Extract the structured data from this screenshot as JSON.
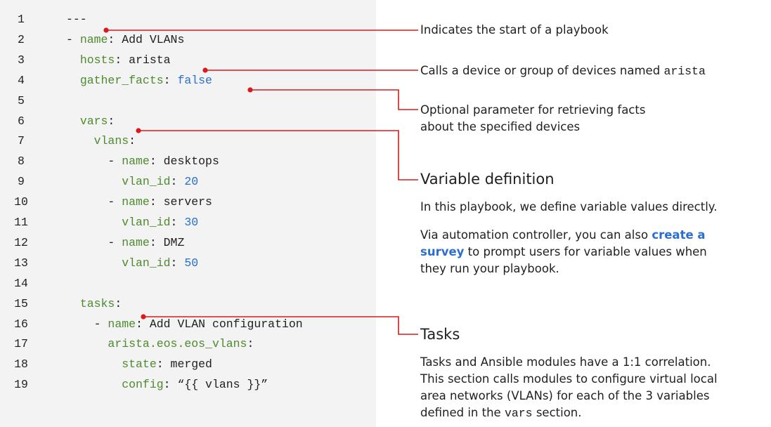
{
  "code_lines": [
    {
      "n": "1",
      "indent": "",
      "key": "",
      "sep": "",
      "val": "---",
      "val_kind": "plain"
    },
    {
      "n": "2",
      "indent": "- ",
      "key": "name",
      "sep": ": ",
      "val": "Add VLANs",
      "val_kind": "plain"
    },
    {
      "n": "3",
      "indent": "  ",
      "key": "hosts",
      "sep": ": ",
      "val": "arista",
      "val_kind": "plain"
    },
    {
      "n": "4",
      "indent": "  ",
      "key": "gather_facts",
      "sep": ": ",
      "val": "false",
      "val_kind": "bool"
    },
    {
      "n": "5",
      "indent": "",
      "key": "",
      "sep": "",
      "val": "",
      "val_kind": "plain"
    },
    {
      "n": "6",
      "indent": "  ",
      "key": "vars",
      "sep": ":",
      "val": "",
      "val_kind": "plain"
    },
    {
      "n": "7",
      "indent": "    ",
      "key": "vlans",
      "sep": ":",
      "val": "",
      "val_kind": "plain"
    },
    {
      "n": "8",
      "indent": "      - ",
      "key": "name",
      "sep": ": ",
      "val": "desktops",
      "val_kind": "plain"
    },
    {
      "n": "9",
      "indent": "        ",
      "key": "vlan_id",
      "sep": ": ",
      "val": "20",
      "val_kind": "num"
    },
    {
      "n": "10",
      "indent": "      - ",
      "key": "name",
      "sep": ": ",
      "val": "servers",
      "val_kind": "plain"
    },
    {
      "n": "11",
      "indent": "        ",
      "key": "vlan_id",
      "sep": ": ",
      "val": "30",
      "val_kind": "num"
    },
    {
      "n": "12",
      "indent": "      - ",
      "key": "name",
      "sep": ": ",
      "val": "DMZ",
      "val_kind": "plain"
    },
    {
      "n": "13",
      "indent": "        ",
      "key": "vlan_id",
      "sep": ": ",
      "val": "50",
      "val_kind": "num"
    },
    {
      "n": "14",
      "indent": "",
      "key": "",
      "sep": "",
      "val": "",
      "val_kind": "plain"
    },
    {
      "n": "15",
      "indent": "  ",
      "key": "tasks",
      "sep": ":",
      "val": "",
      "val_kind": "plain"
    },
    {
      "n": "16",
      "indent": "    - ",
      "key": "name",
      "sep": ": ",
      "val": "Add VLAN configuration",
      "val_kind": "plain"
    },
    {
      "n": "17",
      "indent": "      ",
      "key": "arista.eos.eos_vlans",
      "sep": ":",
      "val": "",
      "val_kind": "plain"
    },
    {
      "n": "18",
      "indent": "        ",
      "key": "state",
      "sep": ": ",
      "val": "merged",
      "val_kind": "plain"
    },
    {
      "n": "19",
      "indent": "        ",
      "key": "config",
      "sep": ": ",
      "val": "“{{ vlans }}”",
      "val_kind": "plain"
    }
  ],
  "annotations": {
    "start": {
      "text": "Indicates the start of a playbook"
    },
    "hosts": {
      "prefix": "Calls a device or group of devices named ",
      "code": "arista"
    },
    "facts": {
      "line1": "Optional parameter for retrieving facts",
      "line2": "about the specified devices"
    },
    "vars": {
      "title": "Variable definition",
      "p1": "In this playbook, we define variable values directly.",
      "p2_before": "Via automation controller, you can also ",
      "p2_link1": "create a",
      "p2_link2": "survey",
      "p2_after1": " to prompt users for variable values when",
      "p2_after2": "they run your playbook."
    },
    "tasks": {
      "title": "Tasks",
      "l1": "Tasks and Ansible modules have a 1:1 correlation.",
      "l2": "This section calls modules to configure virtual local",
      "l3": "area networks (VLANs) for each of the 3 variables",
      "l4_before": "defined in the ",
      "l4_code": "vars",
      "l4_after": " section."
    }
  },
  "colors": {
    "connector": "#d91a1a",
    "key": "#4e8a2e",
    "value_blue": "#2a6fcf",
    "panel": "#f3f3f3",
    "link": "#2a6fcf"
  }
}
